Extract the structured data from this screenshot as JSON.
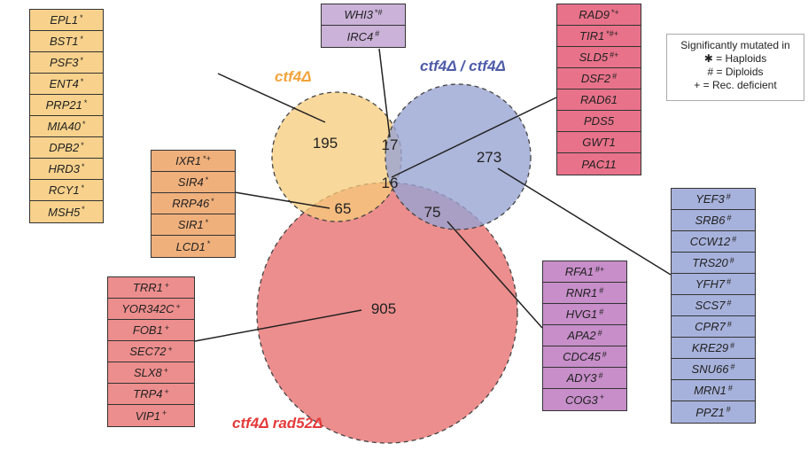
{
  "labels": {
    "haploid": "ctf4Δ",
    "diploid": "ctf4Δ / ctf4Δ",
    "double": "ctf4Δ rad52Δ"
  },
  "counts": {
    "haploid_only": "195",
    "diploid_only": "273",
    "double_only": "905",
    "haploid_diploid": "17",
    "all_three": "16",
    "haploid_double": "65",
    "diploid_double": "75"
  },
  "legend": {
    "title": "Significantly mutated in",
    "haploids": "✱ = Haploids",
    "diploids": "# = Diploids",
    "rec": "+ = Rec. deficient"
  },
  "colors": {
    "haploid": "#f7cb7a",
    "diploid": "#98a4d2",
    "double": "#ec8e8d",
    "haploid_box": "#f8d28c",
    "rec_box": "#e8728a",
    "diploid_box": "#a7b2dc",
    "double_box": "#ec8e8d",
    "haploid_label": "#f2a33a",
    "diploid_label": "#4d5ba8",
    "double_label": "#e43a3a"
  },
  "boxes": {
    "haploid_only": [
      {
        "gene": "EPL1",
        "mark": "*"
      },
      {
        "gene": "BST1",
        "mark": "*"
      },
      {
        "gene": "PSF3",
        "mark": "*"
      },
      {
        "gene": "ENT4",
        "mark": "*"
      },
      {
        "gene": "PRP21",
        "mark": "*"
      },
      {
        "gene": "MIA40",
        "mark": "*"
      },
      {
        "gene": "DPB2",
        "mark": "*"
      },
      {
        "gene": "HRD3",
        "mark": "*"
      },
      {
        "gene": "RCY1",
        "mark": "*"
      },
      {
        "gene": "MSH5",
        "mark": "*"
      }
    ],
    "haploid_diploid": [
      {
        "gene": "WHI3",
        "mark": "*#"
      },
      {
        "gene": "IRC4",
        "mark": "#"
      }
    ],
    "all_three": [
      {
        "gene": "RAD9",
        "mark": "*+"
      },
      {
        "gene": "TIR1",
        "mark": "*#+"
      },
      {
        "gene": "SLD5",
        "mark": "#+"
      },
      {
        "gene": "DSF2",
        "mark": "#"
      },
      {
        "gene": "RAD61",
        "mark": ""
      },
      {
        "gene": "PDS5",
        "mark": ""
      },
      {
        "gene": "GWT1",
        "mark": ""
      },
      {
        "gene": "PAC11",
        "mark": ""
      }
    ],
    "haploid_double": [
      {
        "gene": "IXR1",
        "mark": "*+"
      },
      {
        "gene": "SIR4",
        "mark": "*"
      },
      {
        "gene": "RRP46",
        "mark": "*"
      },
      {
        "gene": "SIR1",
        "mark": "*"
      },
      {
        "gene": "LCD1",
        "mark": "*"
      }
    ],
    "diploid_only": [
      {
        "gene": "YEF3",
        "mark": "#"
      },
      {
        "gene": "SRB6",
        "mark": "#"
      },
      {
        "gene": "CCW12",
        "mark": "#"
      },
      {
        "gene": "TRS20",
        "mark": "#"
      },
      {
        "gene": "YFH7",
        "mark": "#"
      },
      {
        "gene": "SCS7",
        "mark": "#"
      },
      {
        "gene": "CPR7",
        "mark": "#"
      },
      {
        "gene": "KRE29",
        "mark": "#"
      },
      {
        "gene": "SNU66",
        "mark": "#"
      },
      {
        "gene": "MRN1",
        "mark": "#"
      },
      {
        "gene": "PPZ1",
        "mark": "#"
      }
    ],
    "double_only": [
      {
        "gene": "TRR1",
        "mark": "+"
      },
      {
        "gene": "YOR342C",
        "mark": "+"
      },
      {
        "gene": "FOB1",
        "mark": "+"
      },
      {
        "gene": "SEC72",
        "mark": "+"
      },
      {
        "gene": "SLX8",
        "mark": "+"
      },
      {
        "gene": "TRP4",
        "mark": "+"
      },
      {
        "gene": "VIP1",
        "mark": "+"
      }
    ],
    "diploid_double": [
      {
        "gene": "RFA1",
        "mark": "#+"
      },
      {
        "gene": "RNR1",
        "mark": "#"
      },
      {
        "gene": "HVG1",
        "mark": "#"
      },
      {
        "gene": "APA2",
        "mark": "#"
      },
      {
        "gene": "CDC45",
        "mark": "#"
      },
      {
        "gene": "ADY3",
        "mark": "#"
      },
      {
        "gene": "COG3",
        "mark": "+"
      }
    ]
  }
}
